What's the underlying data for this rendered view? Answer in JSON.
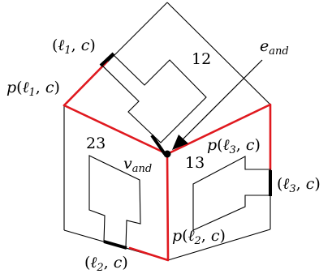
{
  "diagram": {
    "face_labels": {
      "top": "12",
      "left": "23",
      "right": "13"
    },
    "vertex_label": {
      "base": "v",
      "subscript": "and"
    },
    "edge_label": {
      "base": "e",
      "subscript": "and"
    },
    "points": {
      "l1c": {
        "open": "(",
        "var": "ℓ",
        "sub": "1",
        "rest": ", ",
        "var2": "c",
        "close": ")"
      },
      "p_l1c": {
        "fn": "p",
        "open": "(",
        "var": "ℓ",
        "sub": "1",
        "rest": ", ",
        "var2": "c",
        "close": ")"
      },
      "p_l3c": {
        "fn": "p",
        "open": "(",
        "var": "ℓ",
        "sub": "3",
        "rest": ", ",
        "var2": "c",
        "close": ")"
      },
      "l3c": {
        "open": "(",
        "var": "ℓ",
        "sub": "3",
        "rest": ", ",
        "var2": "c",
        "close": ")"
      },
      "p_l2c": {
        "fn": "p",
        "open": "(",
        "var": "ℓ",
        "sub": "2",
        "rest": ", ",
        "var2": "c",
        "close": ")"
      },
      "l2c": {
        "open": "(",
        "var": "ℓ",
        "sub": "2",
        "rest": ", ",
        "var2": "c",
        "close": ")"
      }
    },
    "colors": {
      "outline": "#000000",
      "highlight": "#e0191f",
      "vertex": "#000000"
    }
  }
}
